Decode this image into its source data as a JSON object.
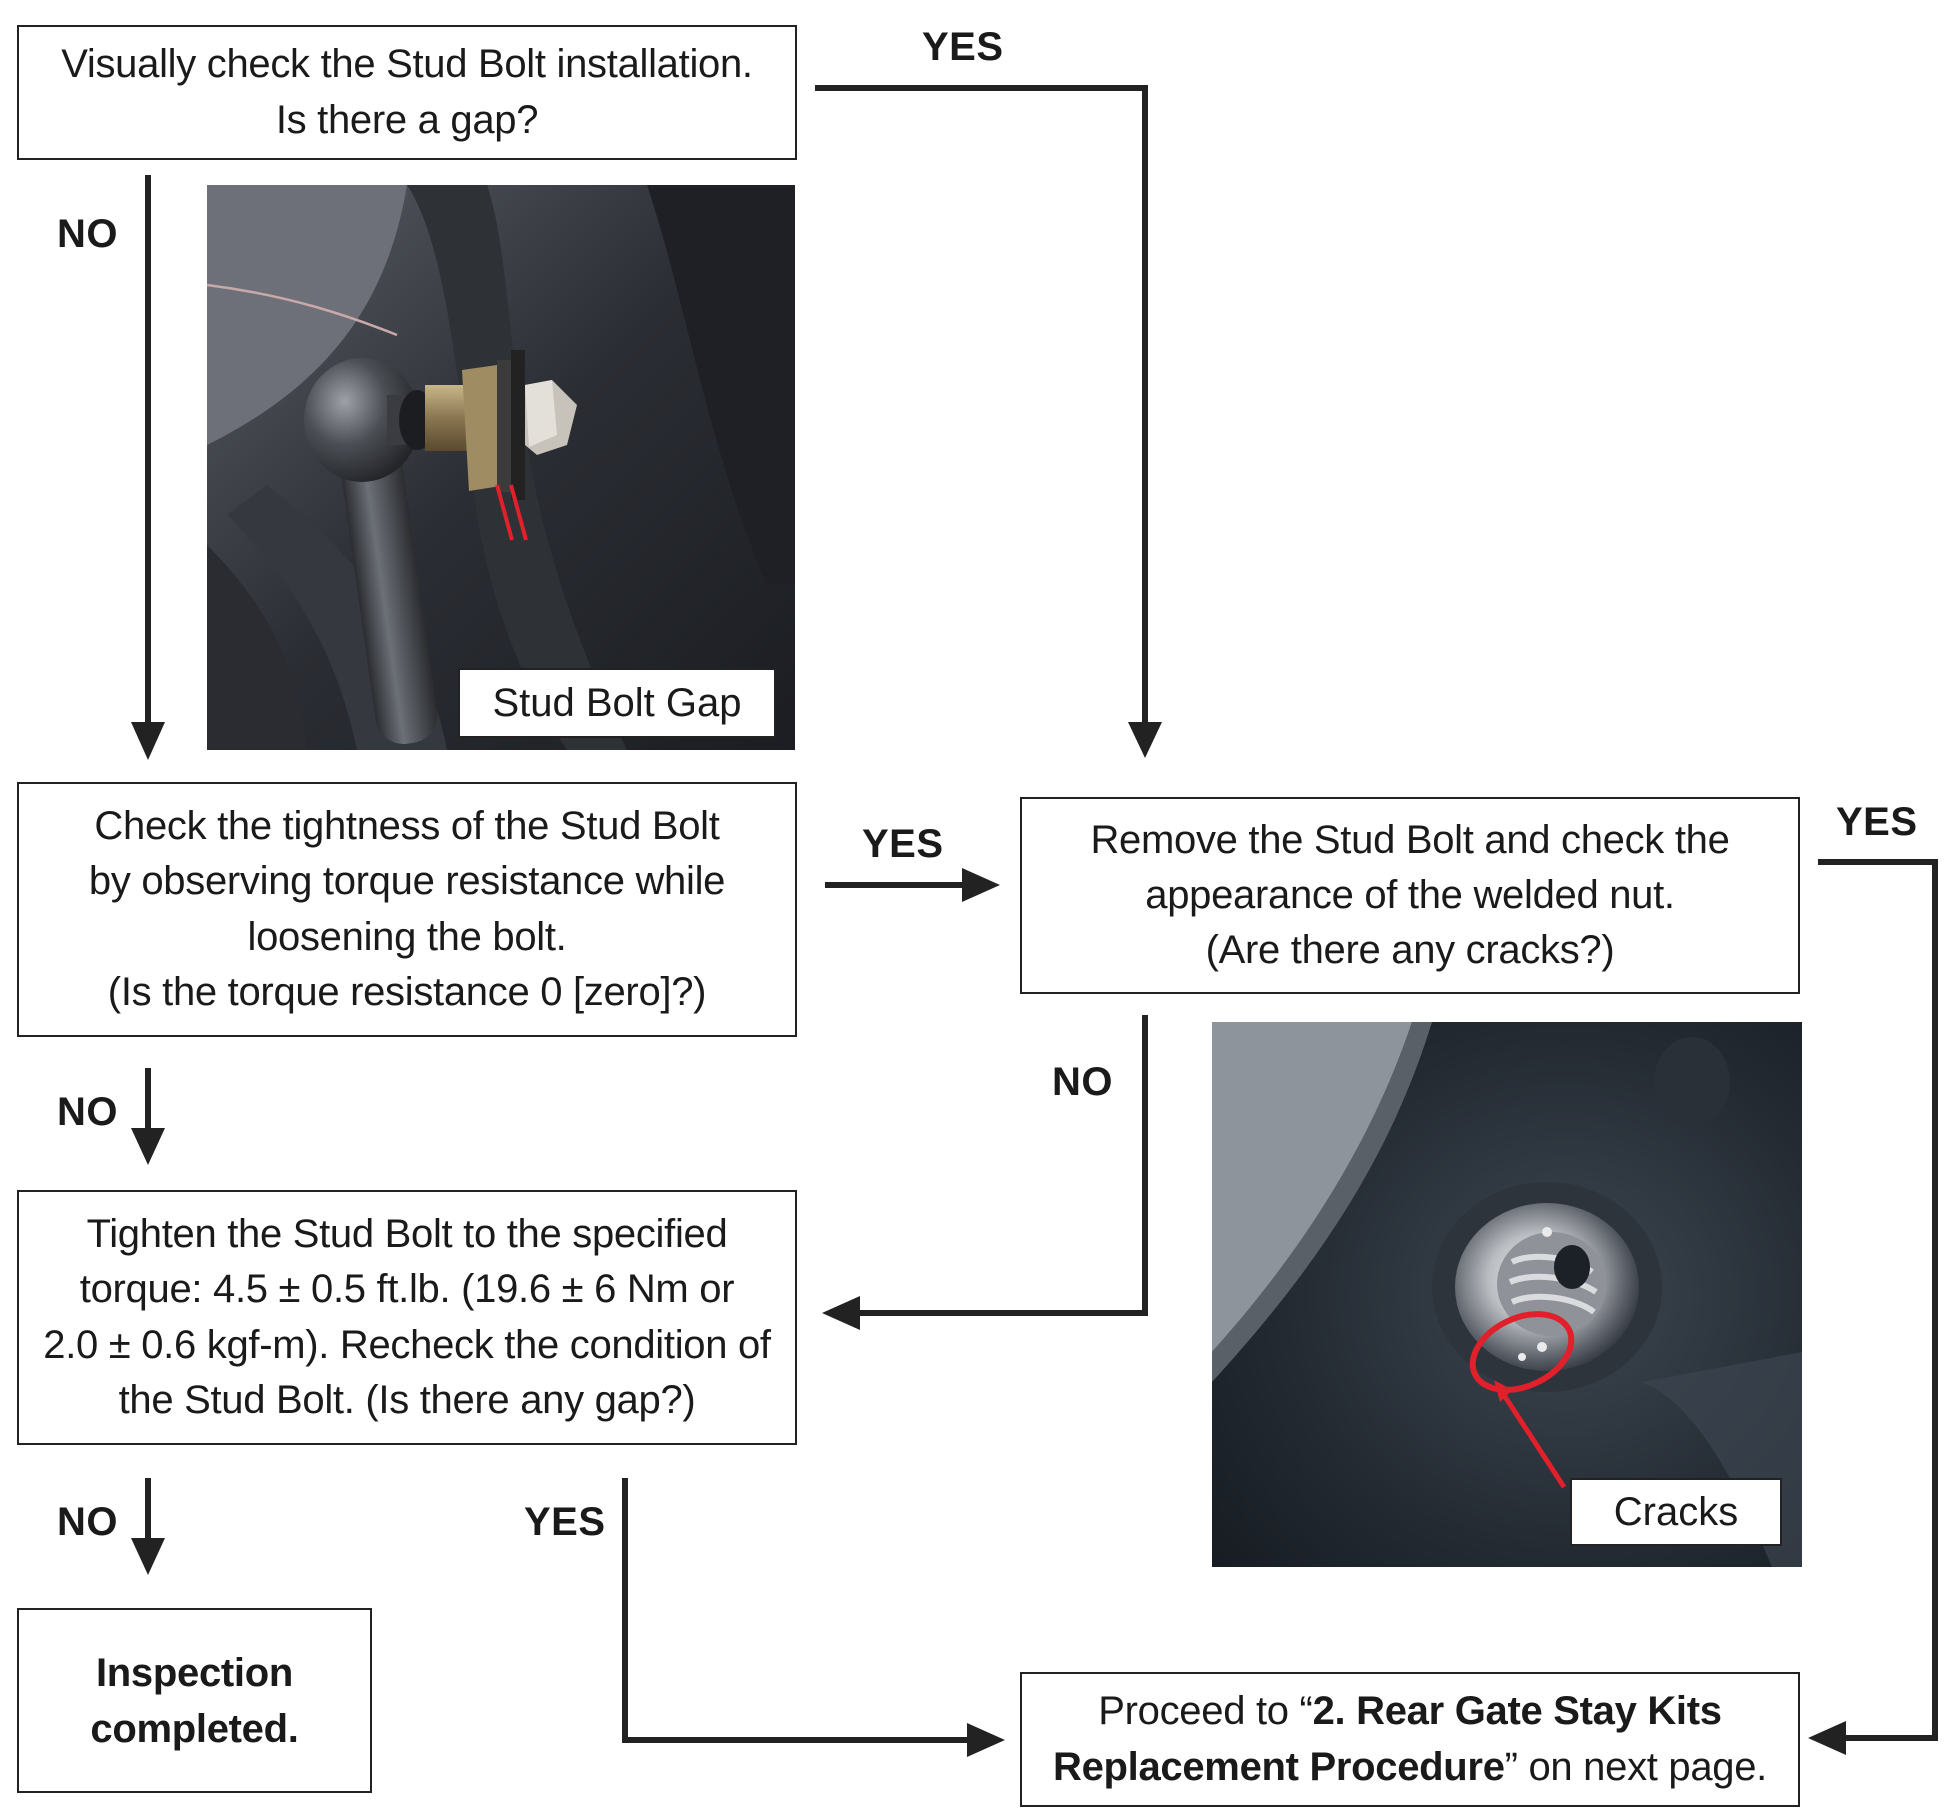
{
  "steps": {
    "visual_check": {
      "line1": "Visually check the Stud Bolt installation.",
      "line2": "Is there a gap?"
    },
    "tightness_check": {
      "line1": "Check the tightness of the Stud Bolt",
      "line2": "by observing torque resistance while",
      "line3": "loosening the bolt.",
      "line4": "(Is the torque resistance 0 [zero]?)"
    },
    "tighten": {
      "line1": "Tighten the Stud Bolt to the specified",
      "line2": "torque: 4.5 ± 0.5 ft.lb. (19.6 ± 6 Nm or",
      "line3": "2.0 ± 0.6 kgf-m). Recheck the condition of",
      "line4": "the Stud Bolt. (Is there any gap?)"
    },
    "inspection_completed": {
      "line1": "Inspection",
      "line2": "completed."
    },
    "remove_check": {
      "line1": "Remove the Stud Bolt and check the",
      "line2": "appearance of the welded nut.",
      "line3": "(Are there any cracks?)"
    },
    "proceed": {
      "prefix": "Proceed to “",
      "bold1": "2. Rear Gate Stay Kits",
      "bold2": "Replacement Procedure",
      "suffix": "” on next page."
    }
  },
  "labels": {
    "yes": "YES",
    "no": "NO"
  },
  "photos": {
    "stud_bolt_gap_caption": "Stud Bolt Gap",
    "cracks_caption": "Cracks"
  },
  "colors": {
    "line": "#222222",
    "highlight": "#e0202a"
  }
}
